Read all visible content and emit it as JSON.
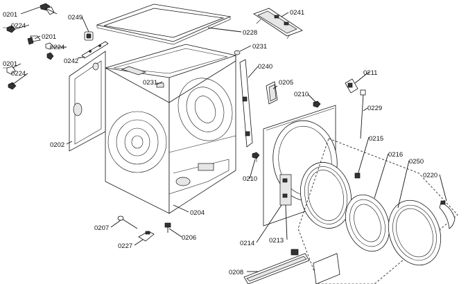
{
  "title": "",
  "labels": {
    "l0201a": "0201",
    "l0224a": "0224",
    "l0201b": "0201",
    "l0224b": "0224",
    "l0201c": "0201",
    "l0224c": "0224",
    "l0249": "0249",
    "l0242": "0242",
    "l0228": "0228",
    "l0231a": "0231",
    "l0231b": "0231",
    "l0241": "0241",
    "l0240": "0240",
    "l0205": "0205",
    "l0210a": "0210",
    "l0210b": "0210",
    "l0211": "0211",
    "l0229": "0229",
    "l0215": "0215",
    "l0216": "0216",
    "l0250": "0250",
    "l0220": "0220",
    "l0202": "0202",
    "l0204": "0204",
    "l0207": "0207",
    "l0206": "0206",
    "l0227": "0227",
    "l0214": "0214",
    "l0213": "0213",
    "l0208": "0208"
  }
}
